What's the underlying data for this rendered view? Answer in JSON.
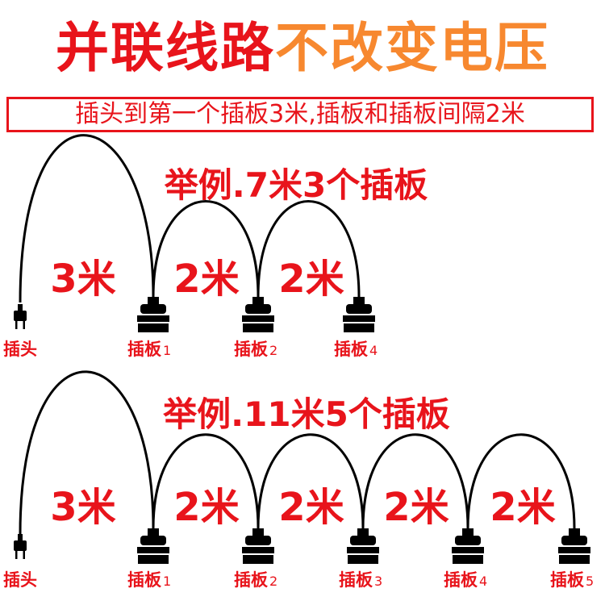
{
  "title": {
    "part1": "并联线路",
    "part2": "不改变电压",
    "color1": "#e8141b",
    "color2": "#f7882f"
  },
  "subtitle": "插头到第一个插板3米,插板和插板间隔2米",
  "examples": [
    {
      "heading": "举例.7米3个插板",
      "segments": [
        "3米",
        "2米",
        "2米"
      ],
      "plug_label": "插头",
      "boards": [
        {
          "name": "插板",
          "num": "1"
        },
        {
          "name": "插板",
          "num": "2"
        },
        {
          "name": "插板",
          "num": "4"
        }
      ]
    },
    {
      "heading": "举例.11米5个插板",
      "segments": [
        "3米",
        "2米",
        "2米",
        "2米",
        "2米"
      ],
      "plug_label": "插头",
      "boards": [
        {
          "name": "插板",
          "num": "1"
        },
        {
          "name": "插板",
          "num": "2"
        },
        {
          "name": "插板",
          "num": "3"
        },
        {
          "name": "插板",
          "num": "4"
        },
        {
          "name": "插板",
          "num": "5"
        }
      ]
    }
  ]
}
